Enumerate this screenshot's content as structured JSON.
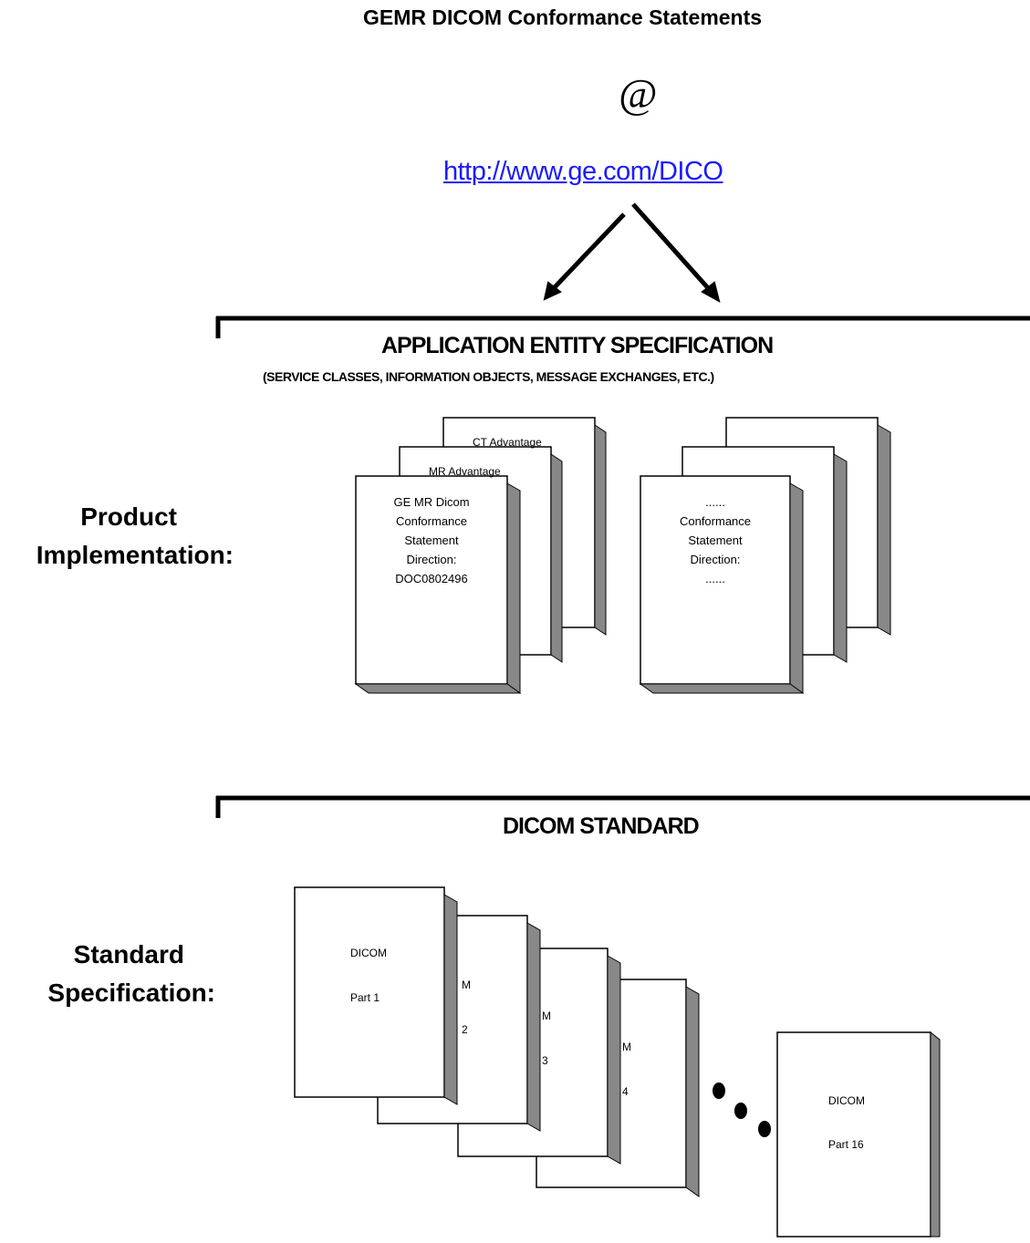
{
  "title": "GEMR DICOM Conformance Statements",
  "link": {
    "icon": "at-sign-icon",
    "glyph": "@",
    "url_text": "http://www.ge.com/DICO"
  },
  "application_entity": {
    "heading": "APPLICATION ENTITY SPECIFICATION",
    "subheading": "(SERVICE CLASSES, INFORMATION OBJECTS, MESSAGE EXCHANGES, ETC.)"
  },
  "product": {
    "label_line1": "Product",
    "label_line2": "Implementation:",
    "stack_left": {
      "back_title": "CT Advantage",
      "middle_title": "MR Advantage",
      "front_lines": [
        "GE MR Dicom",
        "Conformance",
        "Statement",
        "Direction:",
        "DOC0802496"
      ]
    },
    "stack_right": {
      "front_lines": [
        "......",
        "Conformance",
        "Statement",
        "Direction:",
        "......"
      ]
    }
  },
  "dicom_standard": {
    "heading": "DICOM STANDARD",
    "label_line1": "Standard",
    "label_line2": "Specification:",
    "part1": {
      "line1": "DICOM",
      "line2": "Part 1"
    },
    "doc2": {
      "mark": "M",
      "number": "2"
    },
    "doc3": {
      "mark": "M",
      "number": "3"
    },
    "doc4": {
      "mark": "M",
      "number": "4"
    },
    "part16": {
      "line1": "DICOM",
      "line2": "Part 16"
    }
  }
}
